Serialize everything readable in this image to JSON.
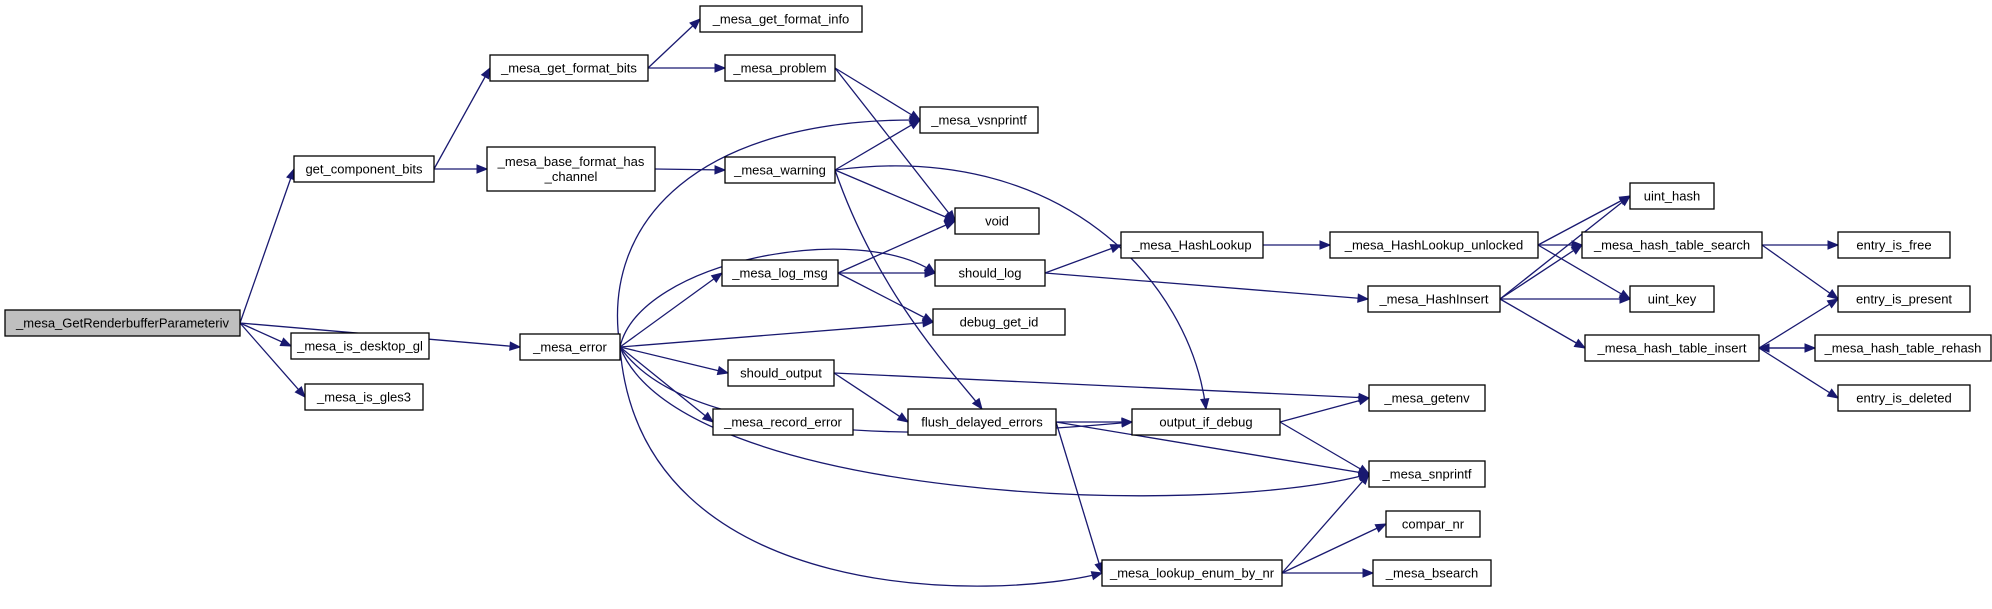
{
  "graph_title": "",
  "nodes": {
    "mesa_GetRenderbufferParameteriv": "_mesa_GetRenderbufferParameteriv",
    "get_component_bits": "get_component_bits",
    "mesa_is_desktop_gl": "_mesa_is_desktop_gl",
    "mesa_is_gles3": "_mesa_is_gles3",
    "mesa_error": "_mesa_error",
    "mesa_get_format_bits": "_mesa_get_format_bits",
    "mesa_base_format_has_channel": "_mesa_base_format_has\n_channel",
    "mesa_get_format_info": "_mesa_get_format_info",
    "mesa_problem": "_mesa_problem",
    "mesa_vsnprintf": "_mesa_vsnprintf",
    "mesa_warning": "_mesa_warning",
    "void": "void",
    "mesa_log_msg": "_mesa_log_msg",
    "should_log": "should_log",
    "debug_get_id": "debug_get_id",
    "should_output": "should_output",
    "mesa_record_error": "_mesa_record_error",
    "flush_delayed_errors": "flush_delayed_errors",
    "output_if_debug": "output_if_debug",
    "mesa_getenv": "_mesa_getenv",
    "mesa_snprintf": "_mesa_snprintf",
    "mesa_lookup_enum_by_nr": "_mesa_lookup_enum_by_nr",
    "compar_nr": "compar_nr",
    "mesa_bsearch": "_mesa_bsearch",
    "mesa_HashLookup": "_mesa_HashLookup",
    "mesa_HashLookup_unlocked": "_mesa_HashLookup_unlocked",
    "mesa_HashInsert": "_mesa_HashInsert",
    "uint_hash": "uint_hash",
    "mesa_hash_table_search": "_mesa_hash_table_search",
    "uint_key": "uint_key",
    "mesa_hash_table_insert": "_mesa_hash_table_insert",
    "entry_is_free": "entry_is_free",
    "entry_is_present": "entry_is_present",
    "mesa_hash_table_rehash": "_mesa_hash_table_rehash",
    "entry_is_deleted": "entry_is_deleted"
  },
  "edges": [
    [
      "mesa_GetRenderbufferParameteriv",
      "get_component_bits"
    ],
    [
      "mesa_GetRenderbufferParameteriv",
      "mesa_error"
    ],
    [
      "mesa_GetRenderbufferParameteriv",
      "mesa_is_desktop_gl"
    ],
    [
      "mesa_GetRenderbufferParameteriv",
      "mesa_is_gles3"
    ],
    [
      "get_component_bits",
      "mesa_get_format_bits"
    ],
    [
      "get_component_bits",
      "mesa_base_format_has_channel"
    ],
    [
      "mesa_get_format_bits",
      "mesa_get_format_info"
    ],
    [
      "mesa_get_format_bits",
      "mesa_problem"
    ],
    [
      "mesa_problem",
      "mesa_vsnprintf"
    ],
    [
      "mesa_problem",
      "void"
    ],
    [
      "mesa_base_format_has_channel",
      "mesa_warning"
    ],
    [
      "mesa_warning",
      "mesa_vsnprintf"
    ],
    [
      "mesa_warning",
      "void"
    ],
    [
      "mesa_warning",
      "output_if_debug"
    ],
    [
      "mesa_warning",
      "flush_delayed_errors"
    ],
    [
      "mesa_error",
      "mesa_vsnprintf"
    ],
    [
      "mesa_error",
      "should_log"
    ],
    [
      "mesa_error",
      "mesa_log_msg"
    ],
    [
      "mesa_error",
      "debug_get_id"
    ],
    [
      "mesa_error",
      "should_output"
    ],
    [
      "mesa_error",
      "mesa_record_error"
    ],
    [
      "mesa_error",
      "output_if_debug"
    ],
    [
      "mesa_error",
      "mesa_snprintf"
    ],
    [
      "mesa_error",
      "mesa_lookup_enum_by_nr"
    ],
    [
      "mesa_log_msg",
      "void"
    ],
    [
      "mesa_log_msg",
      "should_log"
    ],
    [
      "mesa_log_msg",
      "debug_get_id"
    ],
    [
      "should_log",
      "mesa_HashLookup"
    ],
    [
      "should_log",
      "mesa_HashInsert"
    ],
    [
      "should_output",
      "mesa_getenv"
    ],
    [
      "should_output",
      "flush_delayed_errors"
    ],
    [
      "flush_delayed_errors",
      "output_if_debug"
    ],
    [
      "flush_delayed_errors",
      "mesa_snprintf"
    ],
    [
      "flush_delayed_errors",
      "mesa_lookup_enum_by_nr"
    ],
    [
      "output_if_debug",
      "mesa_getenv"
    ],
    [
      "output_if_debug",
      "mesa_snprintf"
    ],
    [
      "mesa_lookup_enum_by_nr",
      "mesa_snprintf"
    ],
    [
      "mesa_lookup_enum_by_nr",
      "compar_nr"
    ],
    [
      "mesa_lookup_enum_by_nr",
      "mesa_bsearch"
    ],
    [
      "mesa_HashLookup",
      "mesa_HashLookup_unlocked"
    ],
    [
      "mesa_HashLookup_unlocked",
      "uint_hash"
    ],
    [
      "mesa_HashLookup_unlocked",
      "mesa_hash_table_search"
    ],
    [
      "mesa_HashLookup_unlocked",
      "uint_key"
    ],
    [
      "mesa_HashInsert",
      "uint_hash"
    ],
    [
      "mesa_HashInsert",
      "mesa_hash_table_search"
    ],
    [
      "mesa_HashInsert",
      "uint_key"
    ],
    [
      "mesa_HashInsert",
      "mesa_hash_table_insert"
    ],
    [
      "mesa_hash_table_search",
      "entry_is_free"
    ],
    [
      "mesa_hash_table_search",
      "entry_is_present"
    ],
    [
      "mesa_hash_table_insert",
      "entry_is_present"
    ],
    [
      "mesa_hash_table_insert",
      "mesa_hash_table_rehash"
    ],
    [
      "mesa_hash_table_insert",
      "entry_is_deleted"
    ],
    [
      "mesa_hash_table_rehash",
      "mesa_hash_table_insert"
    ]
  ]
}
